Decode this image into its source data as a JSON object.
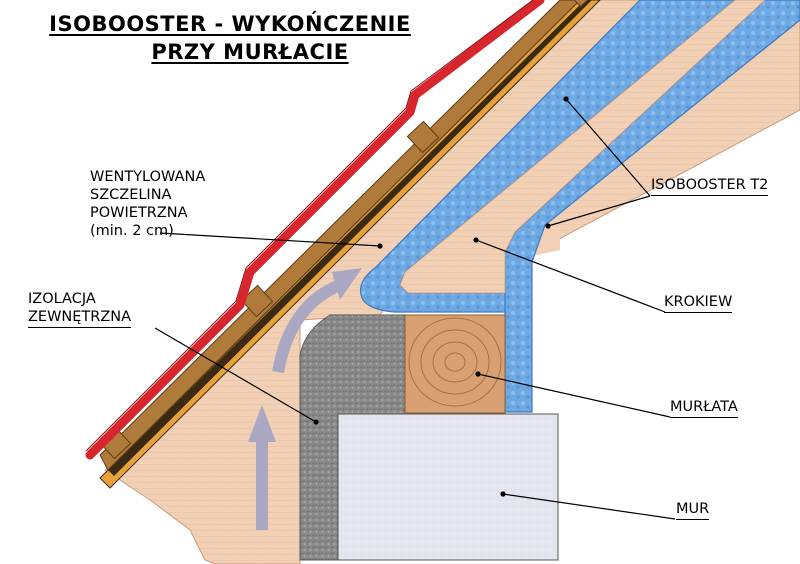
{
  "title": {
    "line1": "ISOBOOSTER - WYKOŃCZENIE",
    "line2": "PRZY MURŁACIE"
  },
  "labels": {
    "ventilated_gap": {
      "line1": "WENTYLOWANA",
      "line2": "SZCZELINA",
      "line3": "POWIETRZNA",
      "line4": "(min. 2 cm)"
    },
    "external_insulation": {
      "line1": "IZOLACJA",
      "line2": "ZEWNĘTRZNA"
    },
    "isobooster": "ISOBOOSTER T2",
    "rafter": "KROKIEW",
    "wall_plate": "MURŁATA",
    "wall": "MUR"
  },
  "colors": {
    "roof_tiles": "#d8262e",
    "battens": "#b07a3a",
    "membrane": "#3a2a14",
    "rafter": "#f1d0b5",
    "isobooster": "#6fa9e4",
    "insulation": "#8d8d8d",
    "wall_plate": "#d9a173",
    "wall": "#e4e6ef",
    "airflow_arrow": "#a9a7c2"
  }
}
